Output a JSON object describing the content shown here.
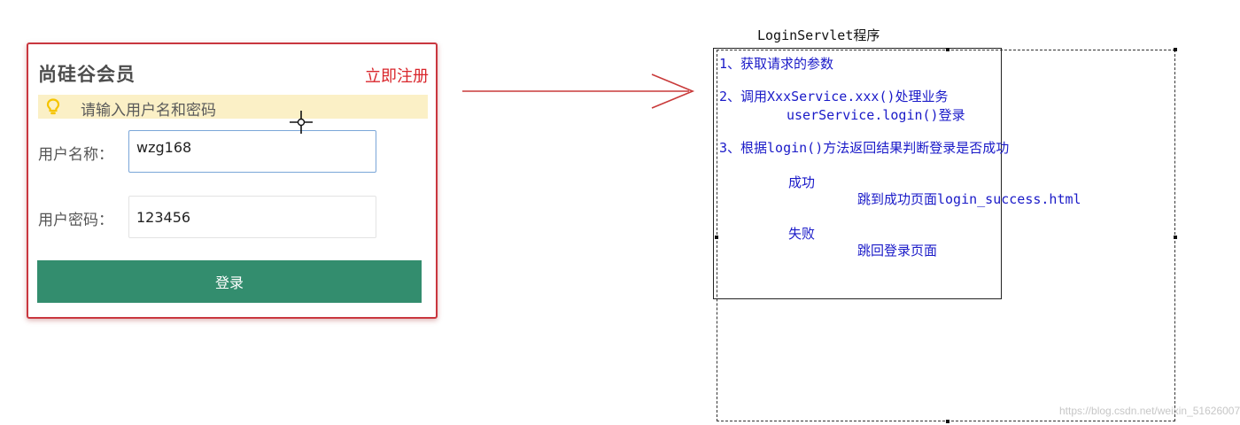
{
  "login_form": {
    "title": "尚硅谷会员",
    "register_link": "立即注册",
    "hint": "请输入用户名和密码",
    "username_label": "用户名称：",
    "username_value": "wzg168",
    "password_label": "用户密码：",
    "password_value": "123456",
    "login_button": "登录"
  },
  "flow_note": {
    "title": "LoginServlet程序",
    "lines": [
      "1、获取请求的参数",
      "2、调用XxxService.xxx()处理业务",
      "userService.login()登录",
      "3、根据login()方法返回结果判断登录是否成功",
      "成功",
      "跳到成功页面login_success.html",
      "失败",
      "跳回登录页面"
    ]
  },
  "icons": {
    "hint": "lightbulb-icon",
    "cursor": "crosshair-cursor-icon",
    "arrow": "right-arrow-icon"
  },
  "colors": {
    "card_border": "#c9373f",
    "register_link": "#d9262c",
    "hint_background": "#fbf0c6",
    "hint_icon": "#f5c400",
    "login_button": "#338d6e",
    "arrow": "#c93a3a",
    "note_text": "#1a1ac8"
  },
  "watermark": "https://blog.csdn.net/weixin_51626007"
}
